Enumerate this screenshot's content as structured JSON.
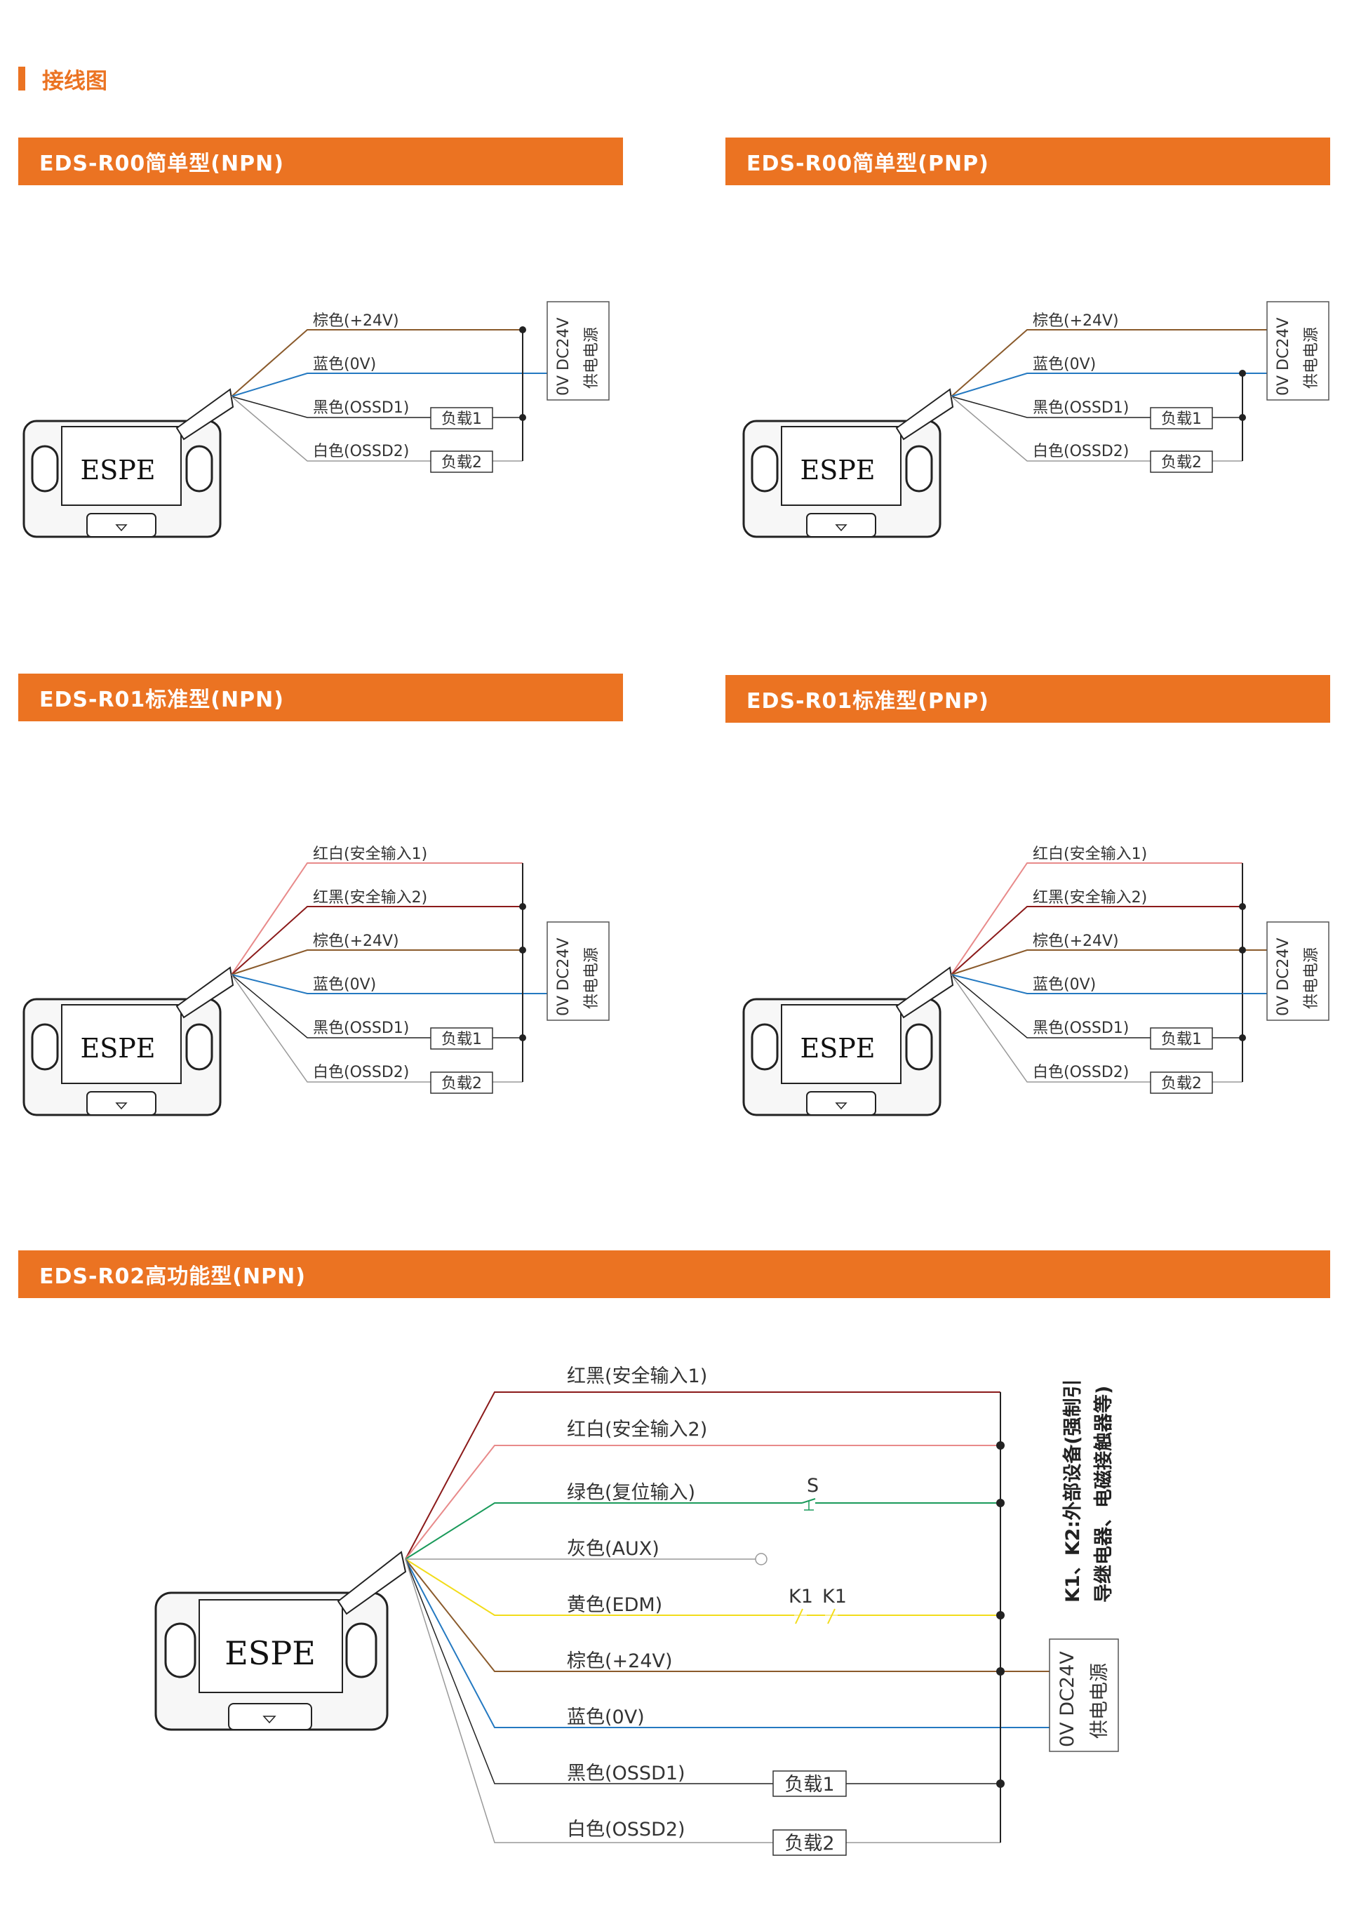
{
  "page_title": "接线图",
  "colors": {
    "accent": "#eb7322",
    "brown": "#8a5a2b",
    "blue": "#2479c1",
    "black": "#222222",
    "white_wire": "#b8b8b8",
    "red_white": "#e88a8a",
    "red_black": "#8b1a1a",
    "green": "#1a9a5a",
    "gray": "#999999",
    "yellow": "#f2dc1a"
  },
  "device_logo": "ESPE",
  "power_label": {
    "line1": "0V DC24V",
    "line2": "供电电源"
  },
  "sections": {
    "r00_npn": {
      "title": "EDS-R00简单型(NPN)",
      "wires": [
        "棕色(+24V)",
        "蓝色(0V)",
        "黑色(OSSD1)",
        "白色(OSSD2)"
      ],
      "loads": [
        "负载1",
        "负载2"
      ]
    },
    "r00_pnp": {
      "title": "EDS-R00简单型(PNP)",
      "wires": [
        "棕色(+24V)",
        "蓝色(0V)",
        "黑色(OSSD1)",
        "白色(OSSD2)"
      ],
      "loads": [
        "负载1",
        "负载2"
      ]
    },
    "r01_npn": {
      "title": "EDS-R01标准型(NPN)",
      "wires": [
        "红白(安全输入1)",
        "红黑(安全输入2)",
        "棕色(+24V)",
        "蓝色(0V)",
        "黑色(OSSD1)",
        "白色(OSSD2)"
      ],
      "loads": [
        "负载1",
        "负载2"
      ]
    },
    "r01_pnp": {
      "title": "EDS-R01标准型(PNP)",
      "wires": [
        "红白(安全输入1)",
        "红黑(安全输入2)",
        "棕色(+24V)",
        "蓝色(0V)",
        "黑色(OSSD1)",
        "白色(OSSD2)"
      ],
      "loads": [
        "负载1",
        "负载2"
      ]
    },
    "r02_npn": {
      "title": "EDS-R02高功能型(NPN)",
      "wires": [
        "红黑(安全输入1)",
        "红白(安全输入2)",
        "绿色(复位输入)",
        "灰色(AUX)",
        "黄色(EDM)",
        "棕色(+24V)",
        "蓝色(0V)",
        "黑色(OSSD1)",
        "白色(OSSD2)"
      ],
      "loads": [
        "负载1",
        "负载2"
      ],
      "switch_label": "S",
      "k_labels": [
        "K1",
        "K1"
      ],
      "note_line1": "K1、K2:外部设备(强制引",
      "note_line2": "导继电器、电磁接触器等)"
    }
  }
}
